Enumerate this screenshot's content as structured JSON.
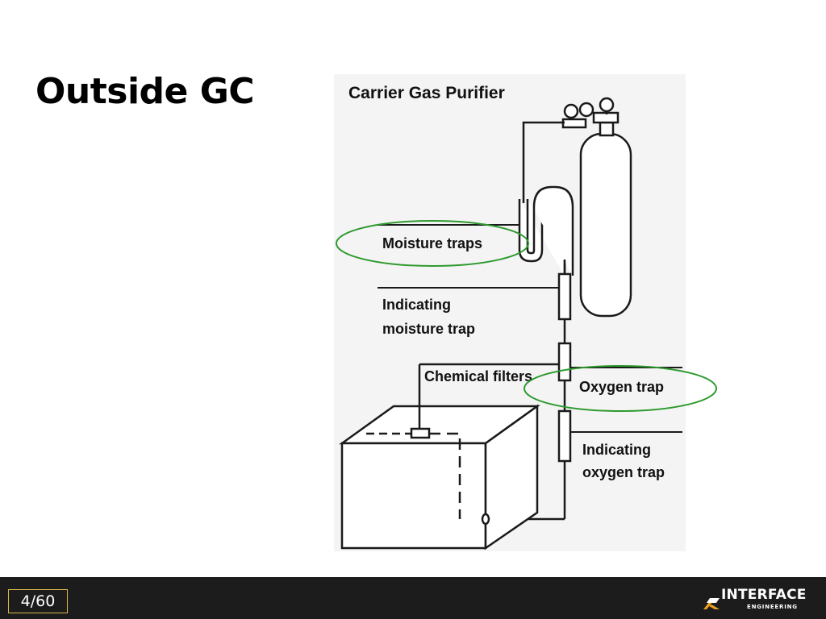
{
  "slide": {
    "title": "Outside GC"
  },
  "diagram": {
    "heading": "Carrier Gas Purifier",
    "labels": {
      "moisture_traps": "Moisture traps",
      "indicating_moisture_trap_line1": "Indicating",
      "indicating_moisture_trap_line2": "moisture trap",
      "chemical_filters": "Chemical filters",
      "oxygen_trap": "Oxygen trap",
      "indicating_oxygen_trap_line1": "Indicating",
      "indicating_oxygen_trap_line2": "oxygen trap"
    },
    "highlight_color": "#2e9a2e"
  },
  "footer": {
    "page_counter": "4/60",
    "logo_text": "INTERFACE",
    "logo_subtext": "ENGINEERING",
    "logo_accent_color": "#f0a020",
    "counter_border_color": "#d9b948"
  }
}
